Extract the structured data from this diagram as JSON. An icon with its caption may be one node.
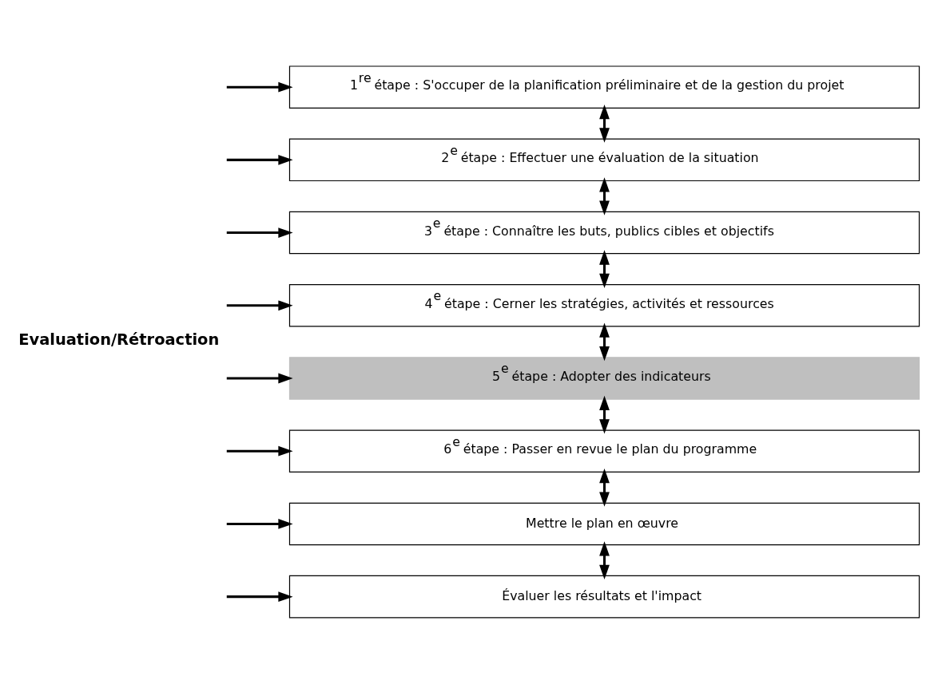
{
  "diagram": {
    "nodes": [
      {
        "text": [
          "1$^{re}$ étape : S'occuper de la planification préliminaire et de la gestion du projet"
        ]
      },
      {
        "text": [
          "2$^{e}$ étape : Effectuer une évaluation de la situation"
        ]
      },
      {
        "text": [
          "3$^{e}$ étape : Connaître les buts, publics cibles et objectifs"
        ]
      },
      {
        "text": [
          "4$^{e}$ étape : Cerner les stratégies, activités et ressources"
        ]
      },
      {
        "text": [
          "5$^{e}$ étape : Adopter des indicateurs"
        ]
      },
      {
        "text": [
          "6$^{e}$ étape : Passer en revue le plan du programme"
        ]
      },
      {
        "text": [
          "Mettre le plan en œuvre"
        ]
      },
      {
        "text": [
          "Évaluer les résultats et l'impact"
        ]
      },
      {
        "text": [
          "Evaluation/Rétroaction"
        ]
      }
    ],
    "edges": [
      {
        "from": 0,
        "to": 1,
        "arrow": "both"
      },
      {
        "from": 1,
        "to": 2,
        "arrow": "both"
      },
      {
        "from": 2,
        "to": 3,
        "arrow": "both"
      },
      {
        "from": 3,
        "to": 4,
        "arrow": "both"
      },
      {
        "from": 4,
        "to": 5,
        "arrow": "both"
      },
      {
        "from": 5,
        "to": 6,
        "arrow": "both"
      },
      {
        "from": 6,
        "to": 7,
        "arrow": "both"
      },
      {
        "from": 8,
        "to": 0,
        "arrow": "to"
      },
      {
        "from": 8,
        "to": 1,
        "arrow": "to"
      },
      {
        "from": 8,
        "to": 2,
        "arrow": "to"
      },
      {
        "from": 8,
        "to": 3,
        "arrow": "to"
      },
      {
        "from": 8,
        "to": 4,
        "arrow": "to"
      },
      {
        "from": 8,
        "to": 5,
        "arrow": "to"
      },
      {
        "from": 8,
        "to": 6,
        "arrow": "to"
      },
      {
        "from": 8,
        "to": 7,
        "arrow": "to"
      }
    ]
  }
}
